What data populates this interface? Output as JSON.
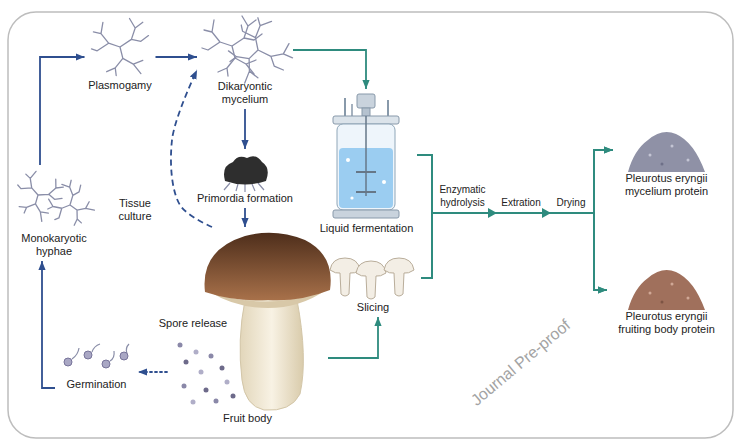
{
  "diagram": {
    "nodes": [
      {
        "text": [
          "Plasmogamy"
        ]
      },
      {
        "text": [
          "Dikaryontic mycelium"
        ]
      },
      {
        "text": [
          "Primordia formation"
        ]
      },
      {
        "text": [
          "Liquid fermentation"
        ]
      },
      {
        "text": [
          "Slicing"
        ]
      },
      {
        "text": [
          "Fruit body"
        ]
      },
      {
        "text": [
          "Germination"
        ]
      },
      {
        "text": [
          "Monokaryotic hyphae"
        ]
      },
      {
        "text": [
          "Pleurotus eryngii mycelium protein"
        ]
      },
      {
        "text": [
          "Pleurotus eryngii fruiting body protein"
        ]
      }
    ],
    "edges": [
      {
        "from": 7,
        "to": 0,
        "arrow": "to"
      },
      {
        "from": 0,
        "to": 1,
        "arrow": "to"
      },
      {
        "from": 1,
        "to": 2,
        "arrow": "to"
      },
      {
        "from": 2,
        "to": 5,
        "arrow": "to"
      },
      {
        "from": 5,
        "to": 1,
        "label": "Tissue culture",
        "arrow": "to"
      },
      {
        "from": 5,
        "to": 6,
        "arrow": "to"
      },
      {
        "from": 6,
        "to": 7,
        "arrow": "to"
      },
      {
        "from": 1,
        "to": 3,
        "arrow": "to"
      },
      {
        "from": 5,
        "to": 4,
        "arrow": "to"
      },
      {
        "from": 3,
        "to": 8,
        "arrow": "to"
      },
      {
        "from": 3,
        "to": 9,
        "arrow": "to"
      },
      {
        "from": 4,
        "to": 8,
        "arrow": "to"
      },
      {
        "from": 4,
        "to": 9,
        "arrow": "to"
      }
    ],
    "labels": [
      "Spore release",
      "Enzymatic hydrolysis",
      "Extration",
      "Drying",
      "Journal Pre-proof"
    ]
  }
}
